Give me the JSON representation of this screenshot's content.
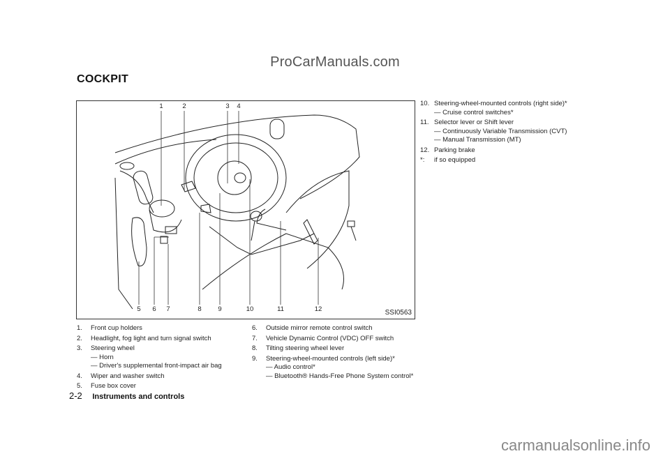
{
  "watermark_top": "ProCarManuals.com",
  "section_title": "COCKPIT",
  "figure": {
    "id": "SSI0563",
    "callouts": [
      "1",
      "2",
      "3",
      "4",
      "5",
      "6",
      "7",
      "8",
      "9",
      "10",
      "11",
      "12"
    ]
  },
  "items": [
    {
      "num": "1.",
      "text": "Front cup holders",
      "subs": []
    },
    {
      "num": "2.",
      "text": "Headlight, fog light and turn signal switch",
      "subs": []
    },
    {
      "num": "3.",
      "text": "Steering wheel",
      "subs": [
        "Horn",
        "Driver's supplemental front-impact air bag"
      ]
    },
    {
      "num": "4.",
      "text": "Wiper and washer switch",
      "subs": []
    },
    {
      "num": "5.",
      "text": "Fuse box cover",
      "subs": []
    },
    {
      "num": "6.",
      "text": "Outside mirror remote control switch",
      "subs": []
    },
    {
      "num": "7.",
      "text": "Vehicle Dynamic Control (VDC) OFF switch",
      "subs": []
    },
    {
      "num": "8.",
      "text": "Tilting steering wheel lever",
      "subs": []
    },
    {
      "num": "9.",
      "text": "Steering-wheel-mounted controls (left side)*",
      "subs": [
        "Audio control*",
        "Bluetooth® Hands-Free Phone System control*"
      ]
    },
    {
      "num": "10.",
      "text": "Steering-wheel-mounted controls (right side)*",
      "subs": [
        "Cruise control switches*"
      ]
    },
    {
      "num": "11.",
      "text": "Selector lever or Shift lever",
      "subs": [
        "Continuously Variable Transmission (CVT)",
        "Manual Transmission (MT)"
      ]
    },
    {
      "num": "12.",
      "text": "Parking brake",
      "subs": []
    }
  ],
  "footnote": {
    "mark": "*:",
    "text": "if so equipped"
  },
  "footer": {
    "page": "2-2",
    "section": "Instruments and controls"
  },
  "watermark_bottom": "carmanualsonline.info"
}
